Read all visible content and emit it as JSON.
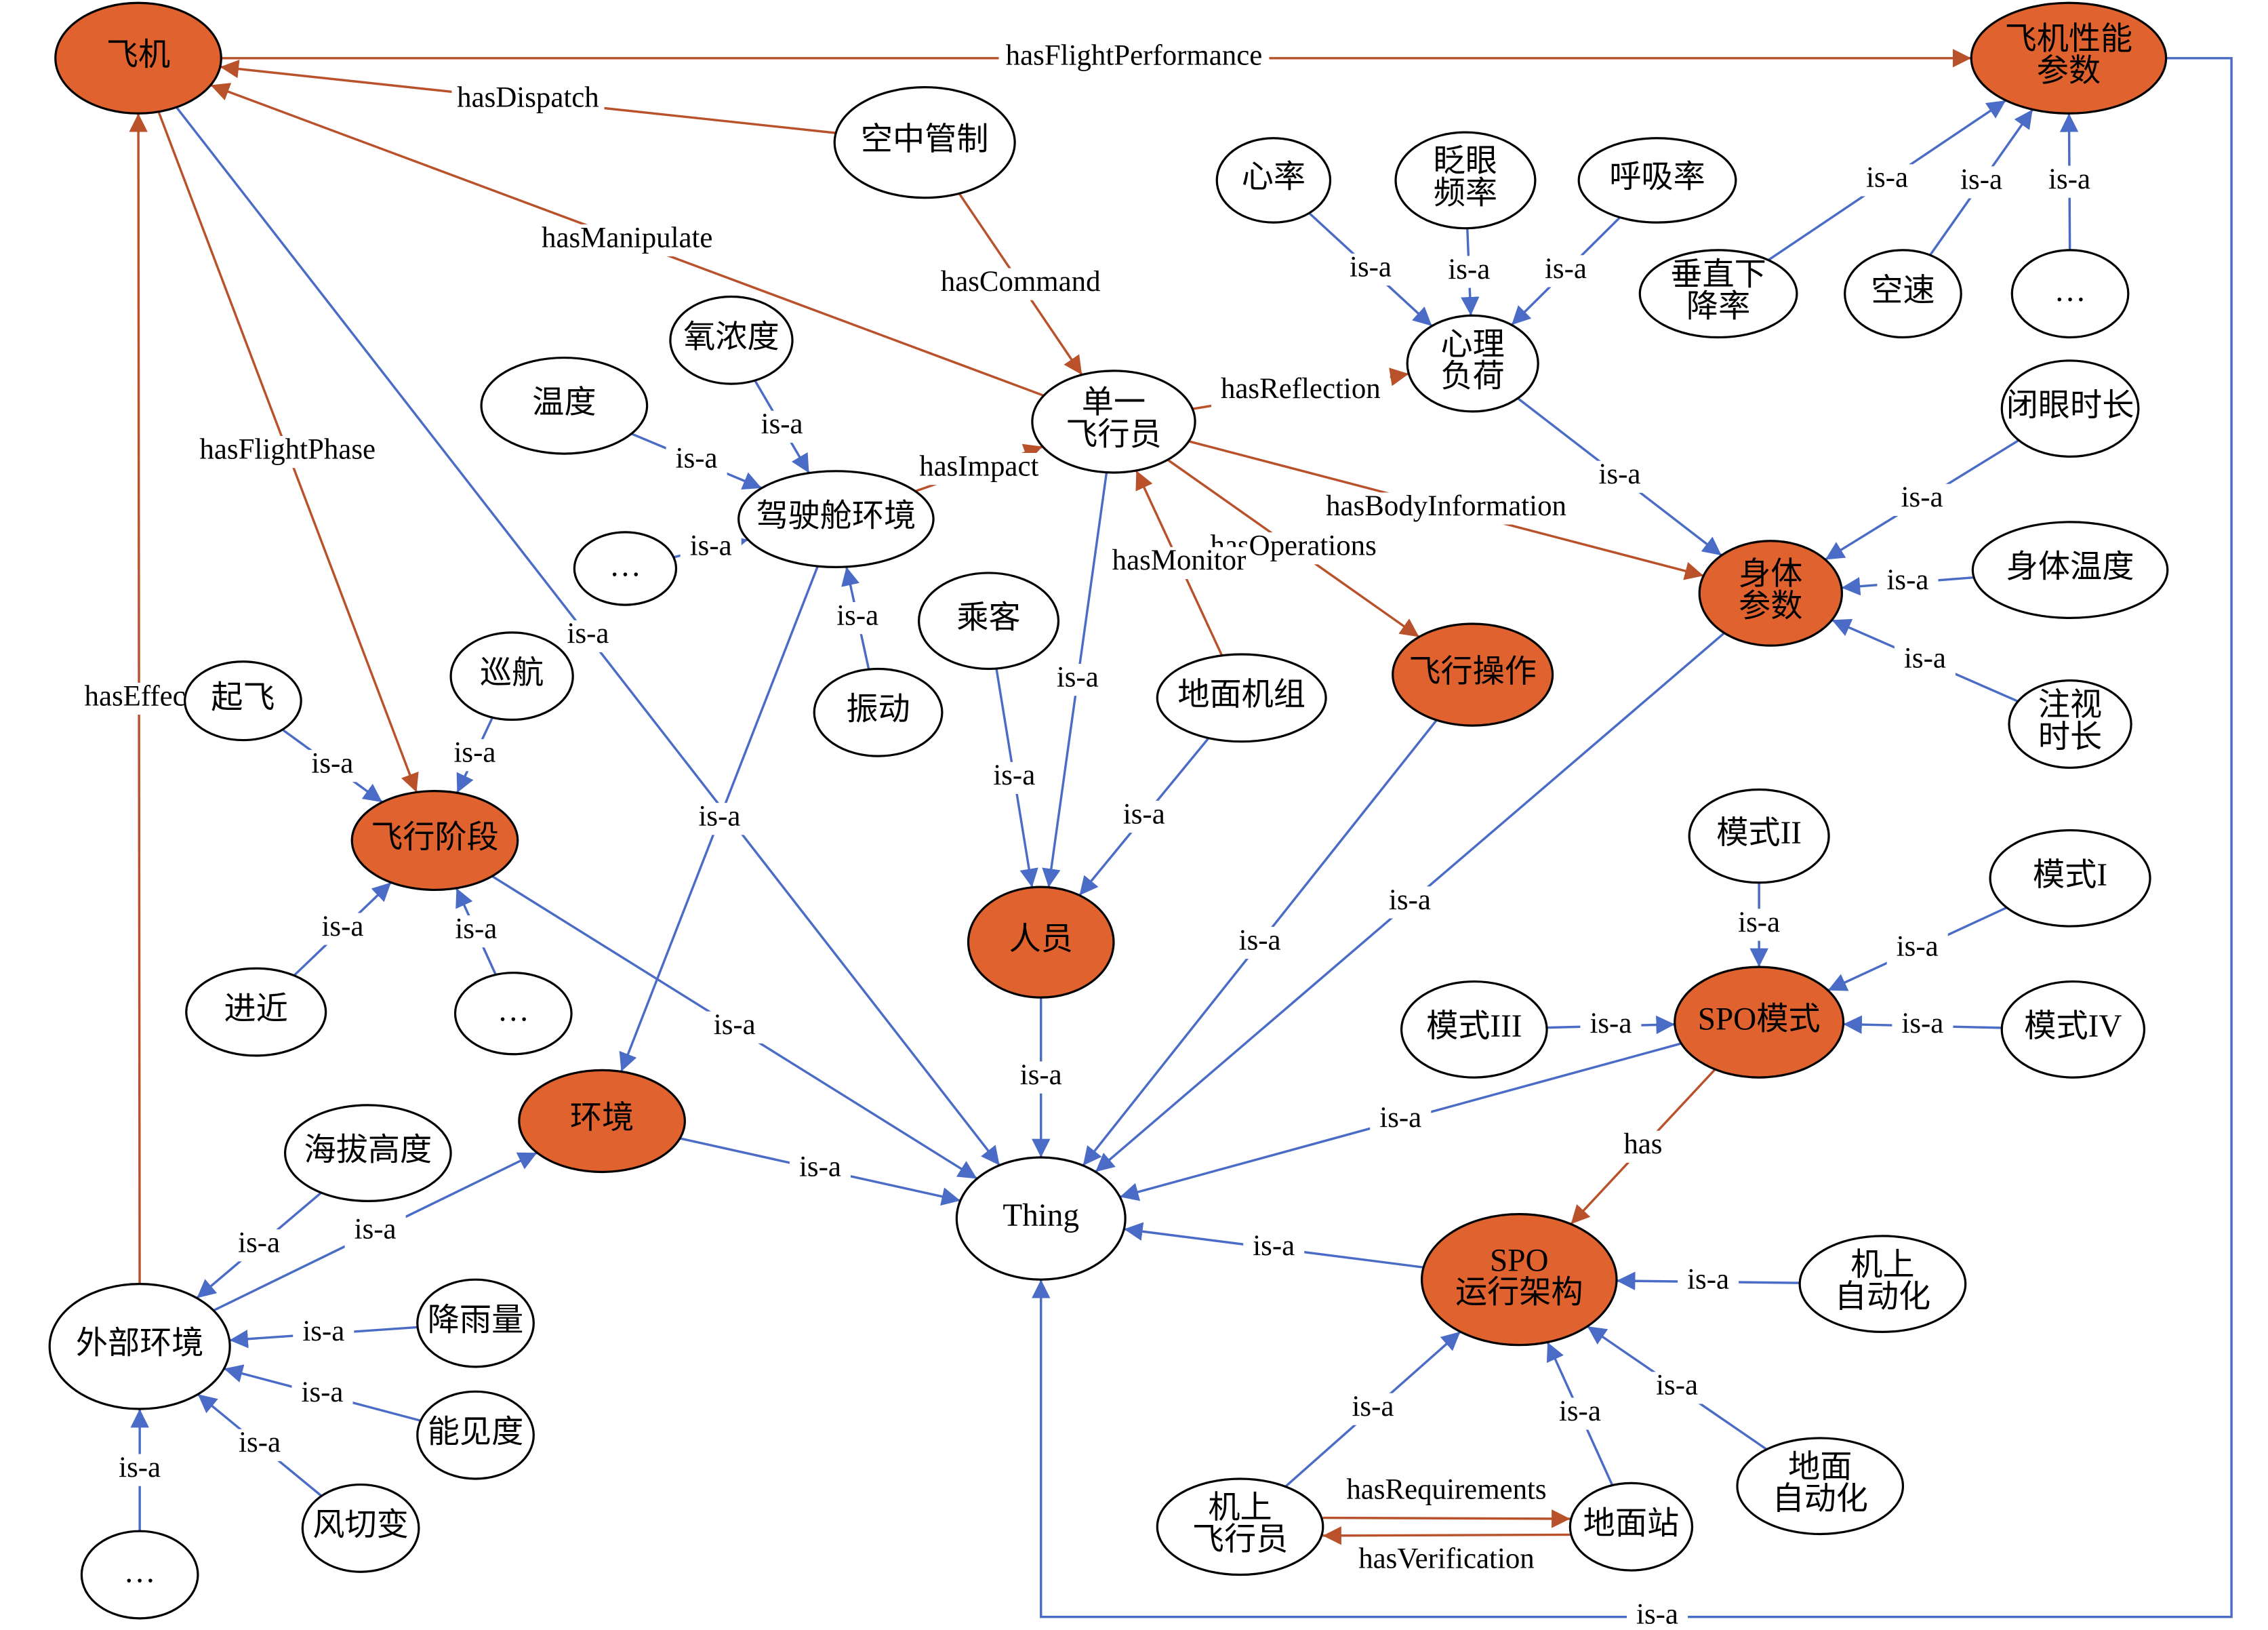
{
  "colors": {
    "concept_fill": "#e0622f",
    "instance_fill": "#ffffff",
    "node_stroke": "#000000",
    "relation_edge": "#b9512b",
    "isa_edge": "#4a6cc6"
  },
  "nodes": [
    {
      "id": "aircraft",
      "lines": [
        "飞机"
      ],
      "filled": true
    },
    {
      "id": "aircraft-performance",
      "lines": [
        "飞机性能",
        "参数"
      ],
      "filled": true
    },
    {
      "id": "atc",
      "lines": [
        "空中管制"
      ],
      "filled": false
    },
    {
      "id": "heart-rate",
      "lines": [
        "心率"
      ],
      "filled": false
    },
    {
      "id": "blink-rate",
      "lines": [
        "眨眼",
        "频率"
      ],
      "filled": false
    },
    {
      "id": "respiration",
      "lines": [
        "呼吸率"
      ],
      "filled": false
    },
    {
      "id": "vertical-descent",
      "lines": [
        "垂直下",
        "降率"
      ],
      "filled": false
    },
    {
      "id": "airspeed",
      "lines": [
        "空速"
      ],
      "filled": false
    },
    {
      "id": "perf-more",
      "lines": [
        "…"
      ],
      "filled": false
    },
    {
      "id": "mental-load",
      "lines": [
        "心理",
        "负荷"
      ],
      "filled": false
    },
    {
      "id": "single-pilot",
      "lines": [
        "单一",
        "飞行员"
      ],
      "filled": false
    },
    {
      "id": "oxygen",
      "lines": [
        "氧浓度"
      ],
      "filled": false
    },
    {
      "id": "temperature",
      "lines": [
        "温度"
      ],
      "filled": false
    },
    {
      "id": "cockpit-env",
      "lines": [
        "驾驶舱环境"
      ],
      "filled": false
    },
    {
      "id": "cockpit-more",
      "lines": [
        "…"
      ],
      "filled": false
    },
    {
      "id": "eye-closure",
      "lines": [
        "闭眼时长"
      ],
      "filled": false
    },
    {
      "id": "body-params",
      "lines": [
        "身体",
        "参数"
      ],
      "filled": true
    },
    {
      "id": "body-temp",
      "lines": [
        "身体温度"
      ],
      "filled": false
    },
    {
      "id": "gaze-duration",
      "lines": [
        "注视",
        "时长"
      ],
      "filled": false
    },
    {
      "id": "passenger",
      "lines": [
        "乘客"
      ],
      "filled": false
    },
    {
      "id": "vibration",
      "lines": [
        "振动"
      ],
      "filled": false
    },
    {
      "id": "ground-crew",
      "lines": [
        "地面机组"
      ],
      "filled": false
    },
    {
      "id": "flight-ops",
      "lines": [
        "飞行操作"
      ],
      "filled": true
    },
    {
      "id": "cruise",
      "lines": [
        "巡航"
      ],
      "filled": false
    },
    {
      "id": "takeoff",
      "lines": [
        "起飞"
      ],
      "filled": false
    },
    {
      "id": "flight-phase",
      "lines": [
        "飞行阶段"
      ],
      "filled": true
    },
    {
      "id": "personnel",
      "lines": [
        "人员"
      ],
      "filled": true
    },
    {
      "id": "mode-2",
      "lines": [
        "模式II"
      ],
      "filled": false
    },
    {
      "id": "mode-1",
      "lines": [
        "模式I"
      ],
      "filled": false
    },
    {
      "id": "approach",
      "lines": [
        "进近"
      ],
      "filled": false
    },
    {
      "id": "phase-more",
      "lines": [
        "…"
      ],
      "filled": false
    },
    {
      "id": "mode-3",
      "lines": [
        "模式III"
      ],
      "filled": false
    },
    {
      "id": "spo-mode",
      "lines": [
        "SPO模式"
      ],
      "filled": true
    },
    {
      "id": "mode-4",
      "lines": [
        "模式IV"
      ],
      "filled": false
    },
    {
      "id": "environment",
      "lines": [
        "环境"
      ],
      "filled": true
    },
    {
      "id": "altitude",
      "lines": [
        "海拔高度"
      ],
      "filled": false
    },
    {
      "id": "thing",
      "lines": [
        "Thing"
      ],
      "filled": false
    },
    {
      "id": "spo-arch",
      "lines": [
        "SPO",
        "运行架构"
      ],
      "filled": true
    },
    {
      "id": "onboard-automation",
      "lines": [
        "机上",
        "自动化"
      ],
      "filled": false
    },
    {
      "id": "external-env",
      "lines": [
        "外部环境"
      ],
      "filled": false
    },
    {
      "id": "rainfall",
      "lines": [
        "降雨量"
      ],
      "filled": false
    },
    {
      "id": "visibility",
      "lines": [
        "能见度"
      ],
      "filled": false
    },
    {
      "id": "wind-shear",
      "lines": [
        "风切变"
      ],
      "filled": false
    },
    {
      "id": "ext-more",
      "lines": [
        "…"
      ],
      "filled": false
    },
    {
      "id": "ground-automation",
      "lines": [
        "地面",
        "自动化"
      ],
      "filled": false
    },
    {
      "id": "onboard-pilot",
      "lines": [
        "机上",
        "飞行员"
      ],
      "filled": false
    },
    {
      "id": "ground-station",
      "lines": [
        "地面站"
      ],
      "filled": false
    }
  ],
  "edges": [
    {
      "from": "aircraft",
      "to": "aircraft-performance",
      "label": "hasFlightPerformance",
      "kind": "relation"
    },
    {
      "from": "atc",
      "to": "aircraft",
      "label": "hasDispatch",
      "kind": "relation"
    },
    {
      "from": "single-pilot",
      "to": "aircraft",
      "label": "hasManipulate",
      "kind": "relation"
    },
    {
      "from": "atc",
      "to": "single-pilot",
      "label": "hasCommand",
      "kind": "relation"
    },
    {
      "from": "aircraft",
      "to": "flight-phase",
      "label": "hasFlightPhase",
      "kind": "relation"
    },
    {
      "from": "external-env",
      "to": "aircraft",
      "label": "hasEffect",
      "kind": "relation"
    },
    {
      "from": "cockpit-env",
      "to": "single-pilot",
      "label": "hasImpact",
      "kind": "relation"
    },
    {
      "from": "single-pilot",
      "to": "body-params",
      "label": "hasBodyInformation",
      "kind": "relation"
    },
    {
      "from": "single-pilot",
      "to": "flight-ops",
      "label": "hasOperations",
      "kind": "relation"
    },
    {
      "from": "ground-crew",
      "to": "single-pilot",
      "label": "hasMonitor",
      "kind": "relation"
    },
    {
      "from": "single-pilot",
      "to": "mental-load",
      "label": "hasReflection",
      "kind": "relation"
    },
    {
      "from": "spo-mode",
      "to": "spo-arch",
      "label": "has",
      "kind": "relation"
    },
    {
      "from": "onboard-pilot",
      "to": "ground-station",
      "label": "hasRequirements",
      "kind": "relation"
    },
    {
      "from": "ground-station",
      "to": "onboard-pilot",
      "label": "hasVerification",
      "kind": "relation"
    },
    {
      "from": "aircraft",
      "to": "thing",
      "label": "is-a",
      "kind": "isa"
    },
    {
      "from": "aircraft-performance",
      "to": "thing",
      "label": "is-a",
      "kind": "isa"
    },
    {
      "from": "heart-rate",
      "to": "mental-load",
      "label": "is-a",
      "kind": "isa"
    },
    {
      "from": "blink-rate",
      "to": "mental-load",
      "label": "is-a",
      "kind": "isa"
    },
    {
      "from": "respiration",
      "to": "mental-load",
      "label": "is-a",
      "kind": "isa"
    },
    {
      "from": "vertical-descent",
      "to": "aircraft-performance",
      "label": "is-a",
      "kind": "isa"
    },
    {
      "from": "airspeed",
      "to": "aircraft-performance",
      "label": "is-a",
      "kind": "isa"
    },
    {
      "from": "perf-more",
      "to": "aircraft-performance",
      "label": "is-a",
      "kind": "isa"
    },
    {
      "from": "mental-load",
      "to": "body-params",
      "label": "is-a",
      "kind": "isa"
    },
    {
      "from": "eye-closure",
      "to": "body-params",
      "label": "is-a",
      "kind": "isa"
    },
    {
      "from": "body-temp",
      "to": "body-params",
      "label": "is-a",
      "kind": "isa"
    },
    {
      "from": "gaze-duration",
      "to": "body-params",
      "label": "is-a",
      "kind": "isa"
    },
    {
      "from": "oxygen",
      "to": "cockpit-env",
      "label": "is-a",
      "kind": "isa"
    },
    {
      "from": "temperature",
      "to": "cockpit-env",
      "label": "is-a",
      "kind": "isa"
    },
    {
      "from": "cockpit-more",
      "to": "cockpit-env",
      "label": "is-a",
      "kind": "isa"
    },
    {
      "from": "vibration",
      "to": "cockpit-env",
      "label": "is-a",
      "kind": "isa"
    },
    {
      "from": "cockpit-env",
      "to": "environment",
      "label": "is-a",
      "kind": "isa"
    },
    {
      "from": "single-pilot",
      "to": "personnel",
      "label": "is-a",
      "kind": "isa"
    },
    {
      "from": "passenger",
      "to": "personnel",
      "label": "is-a",
      "kind": "isa"
    },
    {
      "from": "ground-crew",
      "to": "personnel",
      "label": "is-a",
      "kind": "isa"
    },
    {
      "from": "body-params",
      "to": "thing",
      "label": "is-a",
      "kind": "isa"
    },
    {
      "from": "flight-ops",
      "to": "thing",
      "label": "is-a",
      "kind": "isa"
    },
    {
      "from": "personnel",
      "to": "thing",
      "label": "is-a",
      "kind": "isa"
    },
    {
      "from": "cruise",
      "to": "flight-phase",
      "label": "is-a",
      "kind": "isa"
    },
    {
      "from": "takeoff",
      "to": "flight-phase",
      "label": "is-a",
      "kind": "isa"
    },
    {
      "from": "approach",
      "to": "flight-phase",
      "label": "is-a",
      "kind": "isa"
    },
    {
      "from": "phase-more",
      "to": "flight-phase",
      "label": "is-a",
      "kind": "isa"
    },
    {
      "from": "flight-phase",
      "to": "thing",
      "label": "is-a",
      "kind": "isa"
    },
    {
      "from": "mode-2",
      "to": "spo-mode",
      "label": "is-a",
      "kind": "isa"
    },
    {
      "from": "mode-1",
      "to": "spo-mode",
      "label": "is-a",
      "kind": "isa"
    },
    {
      "from": "mode-3",
      "to": "spo-mode",
      "label": "is-a",
      "kind": "isa"
    },
    {
      "from": "mode-4",
      "to": "spo-mode",
      "label": "is-a",
      "kind": "isa"
    },
    {
      "from": "spo-mode",
      "to": "thing",
      "label": "is-a",
      "kind": "isa"
    },
    {
      "from": "environment",
      "to": "thing",
      "label": "is-a",
      "kind": "isa"
    },
    {
      "from": "altitude",
      "to": "external-env",
      "label": "is-a",
      "kind": "isa"
    },
    {
      "from": "external-env",
      "to": "environment",
      "label": "is-a",
      "kind": "isa"
    },
    {
      "from": "rainfall",
      "to": "external-env",
      "label": "is-a",
      "kind": "isa"
    },
    {
      "from": "visibility",
      "to": "external-env",
      "label": "is-a",
      "kind": "isa"
    },
    {
      "from": "wind-shear",
      "to": "external-env",
      "label": "is-a",
      "kind": "isa"
    },
    {
      "from": "ext-more",
      "to": "external-env",
      "label": "is-a",
      "kind": "isa"
    },
    {
      "from": "spo-arch",
      "to": "thing",
      "label": "is-a",
      "kind": "isa"
    },
    {
      "from": "onboard-automation",
      "to": "spo-arch",
      "label": "is-a",
      "kind": "isa"
    },
    {
      "from": "ground-automation",
      "to": "spo-arch",
      "label": "is-a",
      "kind": "isa"
    },
    {
      "from": "onboard-pilot",
      "to": "spo-arch",
      "label": "is-a",
      "kind": "isa"
    },
    {
      "from": "ground-station",
      "to": "spo-arch",
      "label": "is-a",
      "kind": "isa"
    }
  ]
}
